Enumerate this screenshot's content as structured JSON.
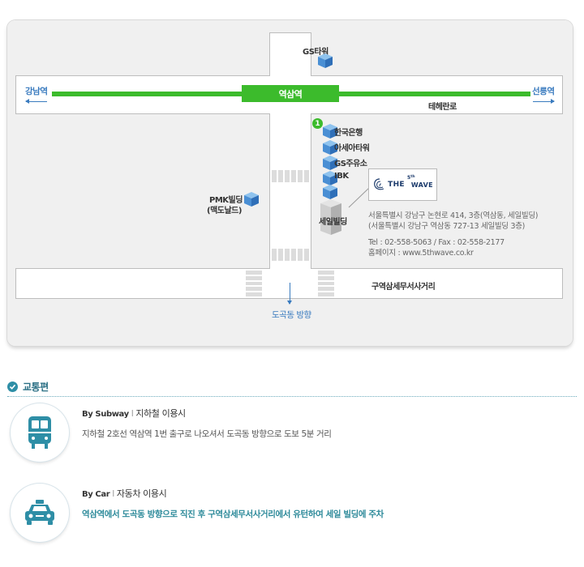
{
  "map": {
    "landmarks": {
      "gs_tower": "GS타워",
      "gangnam_station": "강남역",
      "yeoksam_station": "역삼역",
      "seolleung_station": "선릉역",
      "teheran_ro": "테헤란로",
      "exit_number": "1",
      "hana_bank": "한국은행",
      "asia_tower": "아세아타워",
      "gs_oil": "GS주유소",
      "ibk": "IBK",
      "seil_building": "세일빌딩",
      "pmk_building_line1": "PMK빌딩",
      "pmk_building_line2": "(맥도날드)",
      "intersection": "구역삼세무서사거리",
      "dogok_direction": "도곡동 방향"
    },
    "logo": {
      "the": "THE",
      "five": "5",
      "th": "th",
      "wave": "WAVE"
    },
    "info": {
      "address_road": "서울특별시 강남구 논현로 414, 3층(역삼동, 세일빌딩)",
      "address_lot": "(서울특별시 강남구 역삼동 727-13 세일빌딩 3층)",
      "tel_fax": "Tel : 02-558-5063  /  Fax : 02-558-2177",
      "homepage": "홈페이지 : www.5thwave.co.kr"
    },
    "colors": {
      "subway_line": "#3cbb2c",
      "direction_blue": "#3a7bbf"
    }
  },
  "transport": {
    "section_title": "교통편",
    "subway": {
      "en": "By Subway",
      "ko": "지하철 이용시",
      "description": "지하철 2호선 역삼역 1번 출구로 나오셔서 도곡동 방향으로 도보 5분 거리",
      "icon": "subway-train-icon"
    },
    "car": {
      "en": "By Car",
      "ko": "자동차 이용시",
      "description": "역삼역에서 도곡동 방향으로 직진 후 구역삼세무서사거리에서 유턴하여 세일 빌딩에 주차",
      "icon": "car-icon"
    },
    "colors": {
      "accent": "#2e8ea6",
      "car_text": "#2d8a9a"
    }
  }
}
